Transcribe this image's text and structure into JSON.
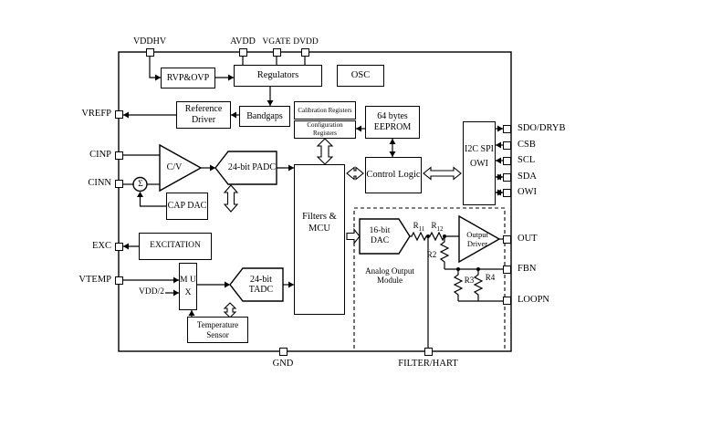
{
  "blocks": {
    "rvp_ovp": "RVP&OVP",
    "regulators": "Regulators",
    "osc": "OSC",
    "reference_driver": "Reference Driver",
    "bandgaps": "Bandgaps",
    "calibration_registers": "Calibration Registers",
    "configuration_registers": "Configuration Registers",
    "eeprom": "64 bytes EEPROM",
    "interface": "I2C SPI OWI",
    "control_logic": "Control Logic",
    "cv_converter": "C/V",
    "sigma": "Σ",
    "cap_dac": "CAP DAC",
    "padc": "24-bit PADC",
    "filters_mcu": "Filters & MCU",
    "excitation": "EXCITATION",
    "mux": "M U X",
    "vdd_half": "VDD/2",
    "tadc": "24-bit TADC",
    "temperature_sensor": "Temperature Sensor",
    "dac": "16-bit DAC",
    "output_driver": "Output Driver",
    "analog_output_module": "Analog Output Module"
  },
  "resistors": {
    "r11": {
      "base": "R",
      "sub": "11"
    },
    "r12": {
      "base": "R",
      "sub": "12"
    },
    "r2": "R2",
    "r3": "R3",
    "r4": "R4"
  },
  "pins": {
    "top": [
      "VDDHV",
      "AVDD",
      "VGATE",
      "DVDD"
    ],
    "left": [
      "VREFP",
      "CINP",
      "CINN",
      "EXC",
      "VTEMP"
    ],
    "right": [
      "SDO/DRYB",
      "CSB",
      "SCL",
      "SDA",
      "OWI",
      "OUT",
      "FBN",
      "LOOPN"
    ],
    "bottom": [
      "GND",
      "FILTER/HART"
    ]
  }
}
